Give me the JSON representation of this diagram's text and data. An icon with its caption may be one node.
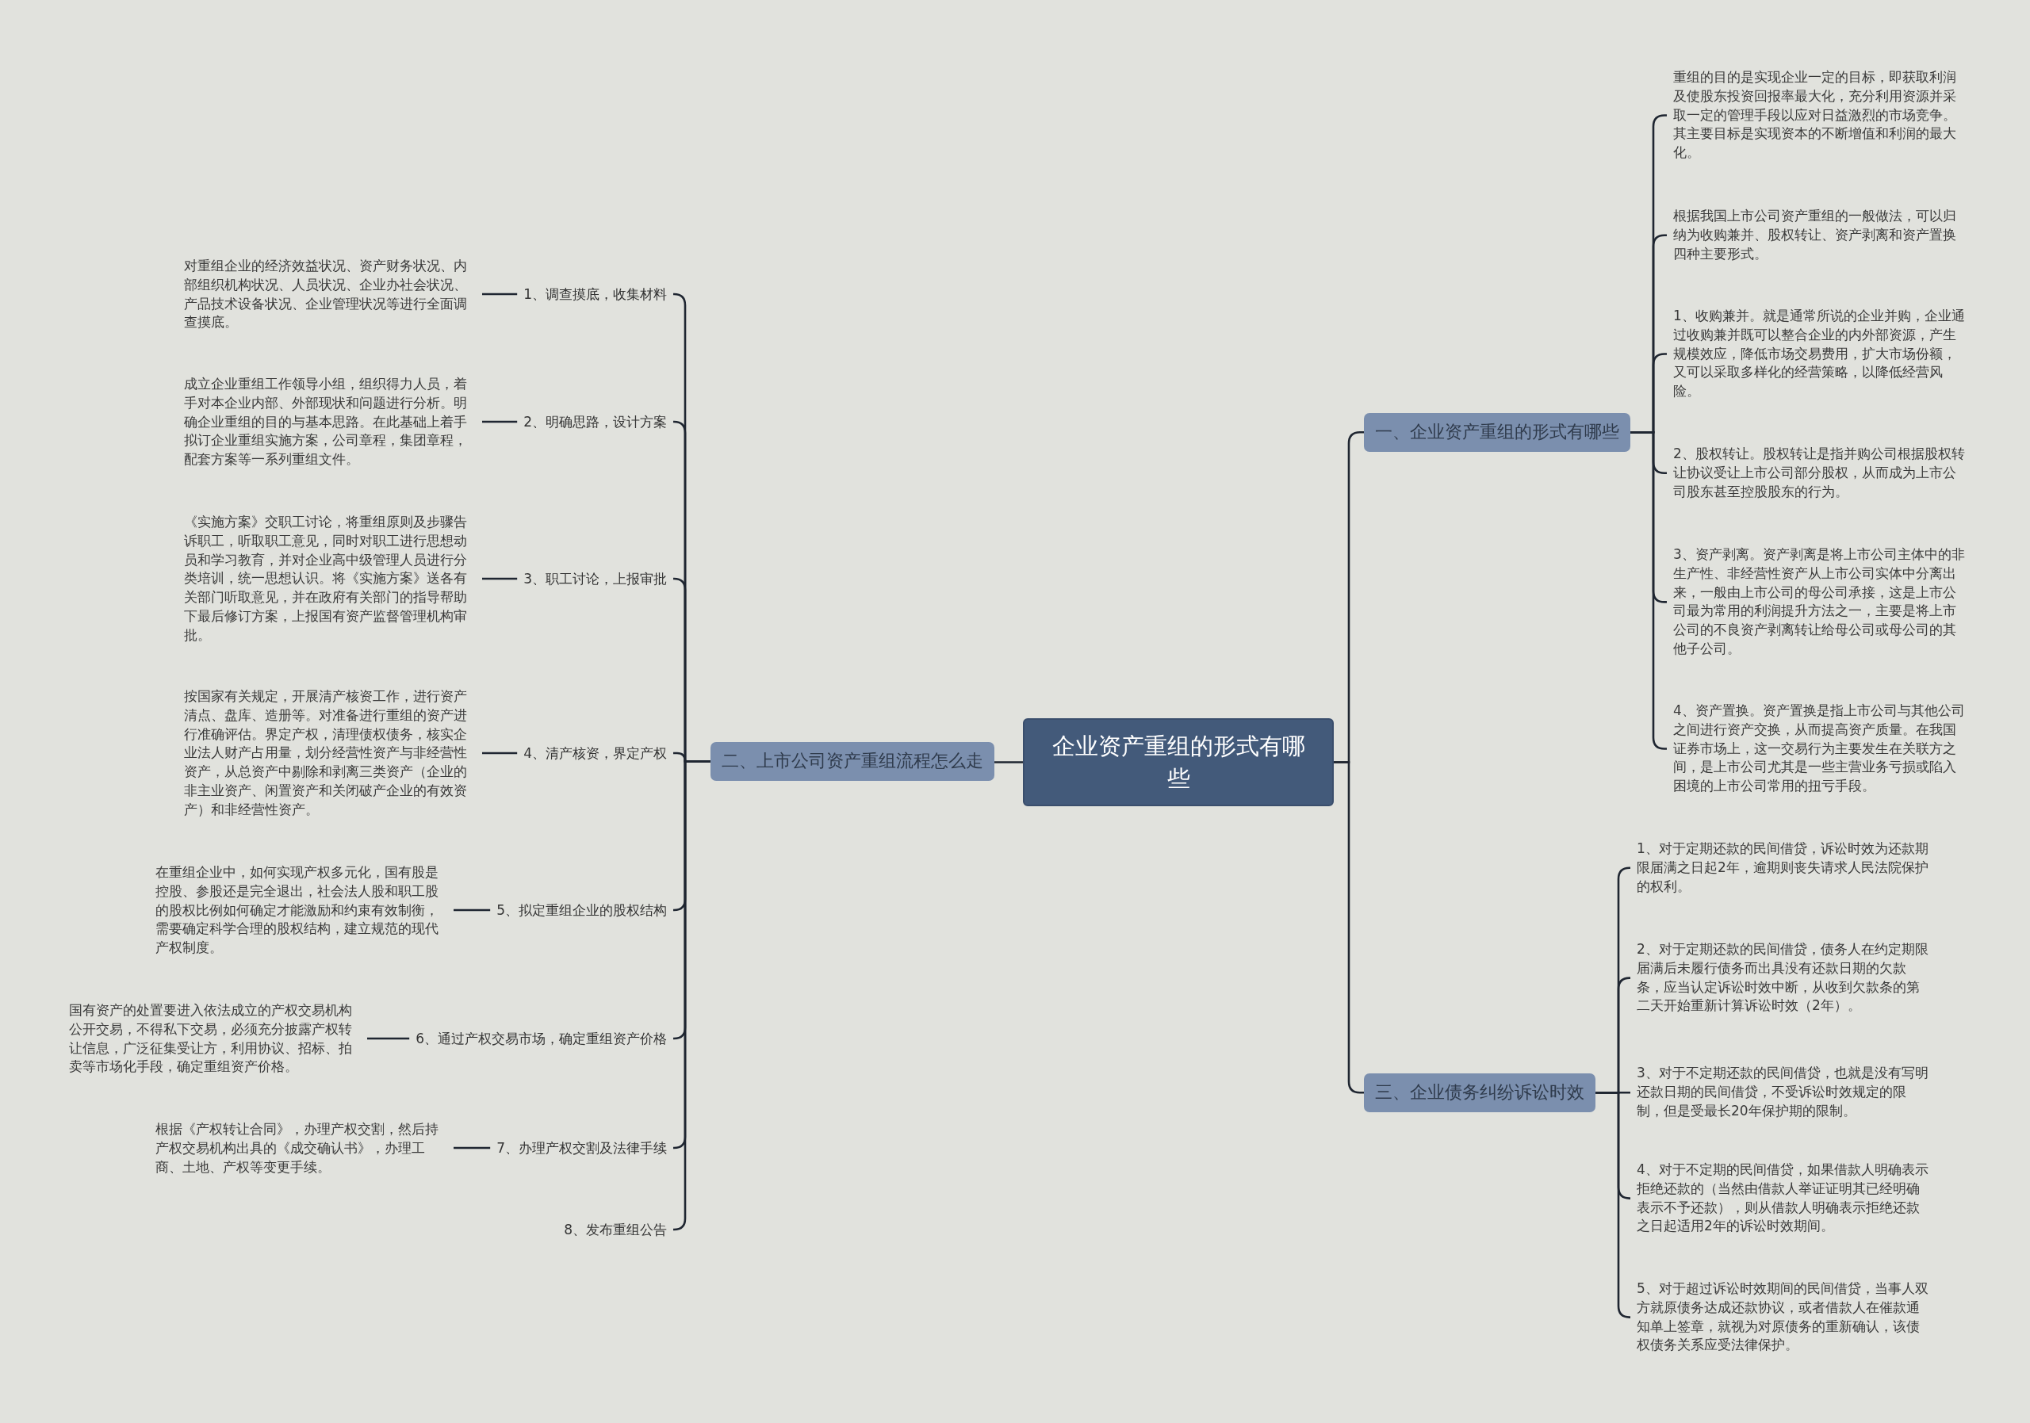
{
  "diagram": {
    "nodes": [
      {
        "text": [
          "企业资产重组的形式有哪些"
        ]
      },
      {
        "text": [
          "一、企业资产重组的形式有哪些"
        ]
      },
      {
        "text": [
          "重组的目的是实现企业一定的目标，即获取利润及使股东投资回报率最大化，充分利用资源并采取一定的管理手段以应对日益激烈的市场竞争。其主要目标是实现资本的不断增值和利润的最大化。"
        ]
      },
      {
        "text": [
          "根据我国上市公司资产重组的一般做法，可以归纳为收购兼并、股权转让、资产剥离和资产置换四种主要形式。"
        ]
      },
      {
        "text": [
          "1、收购兼并。就是通常所说的企业并购，企业通过收购兼并既可以整合企业的内外部资源，产生规模效应，降低市场交易费用，扩大市场份额，又可以采取多样化的经营策略，以降低经营风险。"
        ]
      },
      {
        "text": [
          "2、股权转让。股权转让是指并购公司根据股权转让协议受让上市公司部分股权，从而成为上市公司股东甚至控股股东的行为。"
        ]
      },
      {
        "text": [
          "3、资产剥离。资产剥离是将上市公司主体中的非生产性、非经营性资产从上市公司实体中分离出来，一般由上市公司的母公司承接，这是上市公司最为常用的利润提升方法之一，主要是将上市公司的不良资产剥离转让给母公司或母公司的其他子公司。"
        ]
      },
      {
        "text": [
          "4、资产置换。资产置换是指上市公司与其他公司之间进行资产交换，从而提高资产质量。在我国证券市场上，这一交易行为主要发生在关联方之间，是上市公司尤其是一些主营业务亏损或陷入困境的上市公司常用的扭亏手段。"
        ]
      },
      {
        "text": [
          "二、上市公司资产重组流程怎么走"
        ]
      },
      {
        "text": [
          "1、调查摸底，收集材料"
        ]
      },
      {
        "text": [
          "2、明确思路，设计方案"
        ]
      },
      {
        "text": [
          "3、职工讨论，上报审批"
        ]
      },
      {
        "text": [
          "4、清产核资，界定产权"
        ]
      },
      {
        "text": [
          "5、拟定重组企业的股权结构"
        ]
      },
      {
        "text": [
          "6、通过产权交易市场，确定重组资产价格"
        ]
      },
      {
        "text": [
          "7、办理产权交割及法律手续"
        ]
      },
      {
        "text": [
          "8、发布重组公告"
        ]
      },
      {
        "text": [
          "对重组企业的经济效益状况、资产财务状况、内部组织机构状况、人员状况、企业办社会状况、产品技术设备状况、企业管理状况等进行全面调查摸底。"
        ]
      },
      {
        "text": [
          "成立企业重组工作领导小组，组织得力人员，着手对本企业内部、外部现状和问题进行分析。明确企业重组的目的与基本思路。在此基础上着手拟订企业重组实施方案，公司章程，集团章程，配套方案等一系列重组文件。"
        ]
      },
      {
        "text": [
          "《实施方案》交职工讨论，将重组原则及步骤告诉职工，听取职工意见，同时对职工进行思想动员和学习教育，并对企业高中级管理人员进行分类培训，统一思想认识。将《实施方案》送各有关部门听取意见，并在政府有关部门的指导帮助下最后修订方案，上报国有资产监督管理机构审批。"
        ]
      },
      {
        "text": [
          "按国家有关规定，开展清产核资工作，进行资产清点、盘库、造册等。对准备进行重组的资产进行准确评估。界定产权，清理债权债务，核实企业法人财产占用量，划分经营性资产与非经营性资产，从总资产中剔除和剥离三类资产（企业的非主业资产、闲置资产和关闭破产企业的有效资产）和非经营性资产。"
        ]
      },
      {
        "text": [
          "在重组企业中，如何实现产权多元化，国有股是控股、参股还是完全退出，社会法人股和职工股的股权比例如何确定才能激励和约束有效制衡，需要确定科学合理的股权结构，建立规范的现代产权制度。"
        ]
      },
      {
        "text": [
          "国有资产的处置要进入依法成立的产权交易机构公开交易，不得私下交易，必须充分披露产权转让信息，广泛征集受让方，利用协议、招标、拍卖等市场化手段，确定重组资产价格。"
        ]
      },
      {
        "text": [
          "根据《产权转让合同》，办理产权交割，然后持产权交易机构出具的《成交确认书》，办理工商、土地、产权等变更手续。"
        ]
      },
      {
        "text": [
          "三、企业债务纠纷诉讼时效"
        ]
      },
      {
        "text": [
          "1、对于定期还款的民间借贷，诉讼时效为还款期限届满之日起2年，逾期则丧失请求人民法院保护的权利。"
        ]
      },
      {
        "text": [
          "2、对于定期还款的民间借贷，债务人在约定期限届满后未履行债务而出具没有还款日期的欠款条，应当认定诉讼时效中断，从收到欠款条的第二天开始重新计算诉讼时效（2年）。"
        ]
      },
      {
        "text": [
          "3、对于不定期还款的民间借贷，也就是没有写明还款日期的民间借贷，不受诉讼时效规定的限制，但是受最长20年保护期的限制。"
        ]
      },
      {
        "text": [
          "4、对于不定期的民间借贷，如果借款人明确表示拒绝还款的（当然由借款人举证证明其已经明确表示不予还款），则从借款人明确表示拒绝还款之日起适用2年的诉讼时效期间。"
        ]
      },
      {
        "text": [
          "5、对于超过诉讼时效期间的民间借贷，当事人双方就原债务达成还款协议，或者借款人在催款通知单上签章，就视为对原债务的重新确认，该债权债务关系应受法律保护。"
        ]
      }
    ],
    "edges": [
      {
        "from": 0,
        "to": 1,
        "arrow": "none"
      },
      {
        "from": 0,
        "to": 8,
        "arrow": "none"
      },
      {
        "from": 0,
        "to": 24,
        "arrow": "none"
      },
      {
        "from": 1,
        "to": 2,
        "arrow": "none"
      },
      {
        "from": 1,
        "to": 3,
        "arrow": "none"
      },
      {
        "from": 1,
        "to": 4,
        "arrow": "none"
      },
      {
        "from": 1,
        "to": 5,
        "arrow": "none"
      },
      {
        "from": 1,
        "to": 6,
        "arrow": "none"
      },
      {
        "from": 1,
        "to": 7,
        "arrow": "none"
      },
      {
        "from": 8,
        "to": 9,
        "arrow": "none"
      },
      {
        "from": 8,
        "to": 10,
        "arrow": "none"
      },
      {
        "from": 8,
        "to": 11,
        "arrow": "none"
      },
      {
        "from": 8,
        "to": 12,
        "arrow": "none"
      },
      {
        "from": 8,
        "to": 13,
        "arrow": "none"
      },
      {
        "from": 8,
        "to": 14,
        "arrow": "none"
      },
      {
        "from": 8,
        "to": 15,
        "arrow": "none"
      },
      {
        "from": 8,
        "to": 16,
        "arrow": "none"
      },
      {
        "from": 9,
        "to": 17,
        "arrow": "none"
      },
      {
        "from": 10,
        "to": 18,
        "arrow": "none"
      },
      {
        "from": 11,
        "to": 19,
        "arrow": "none"
      },
      {
        "from": 12,
        "to": 20,
        "arrow": "none"
      },
      {
        "from": 13,
        "to": 21,
        "arrow": "none"
      },
      {
        "from": 14,
        "to": 22,
        "arrow": "none"
      },
      {
        "from": 15,
        "to": 23,
        "arrow": "none"
      },
      {
        "from": 24,
        "to": 25,
        "arrow": "none"
      },
      {
        "from": 24,
        "to": 26,
        "arrow": "none"
      },
      {
        "from": 24,
        "to": 27,
        "arrow": "none"
      },
      {
        "from": 24,
        "to": 28,
        "arrow": "none"
      },
      {
        "from": 24,
        "to": 29,
        "arrow": "none"
      }
    ]
  }
}
